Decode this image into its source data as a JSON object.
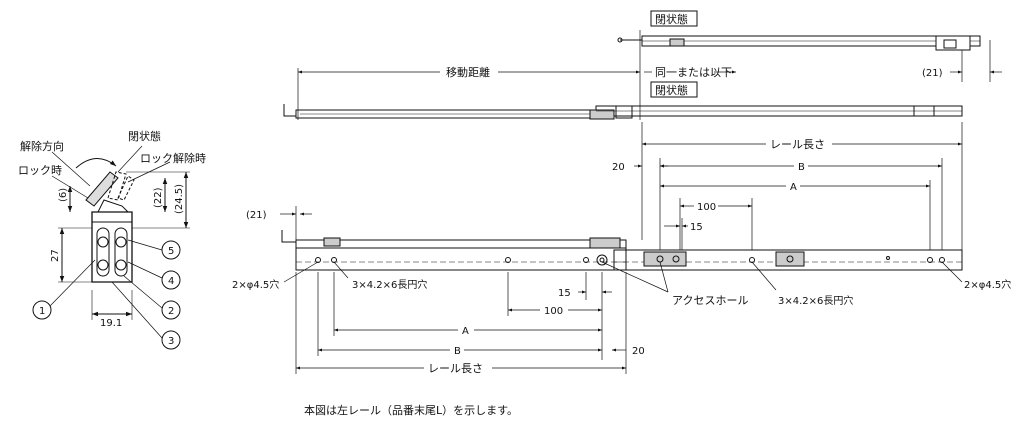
{
  "section_view": {
    "release_direction": "解除方向",
    "closed_state": "閉状態",
    "lock_release": "ロック解除時",
    "locked": "ロック時",
    "dim_6": "(6)",
    "dim_22": "(22)",
    "dim_24_5": "(24.5)",
    "dim_27": "27",
    "dim_19_1": "19.1",
    "callouts": [
      "1",
      "2",
      "3",
      "4",
      "5"
    ]
  },
  "top_view": {
    "closed_state_top": "閉状態",
    "closed_state_mid": "閉状態",
    "travel": "移動距離",
    "same_or_less": "同一または以下",
    "dim_21_right": "(21)",
    "dim_21_left": "(21)",
    "rail_length_top": "レール長さ",
    "dim_20_top": "20",
    "B_top": "B",
    "A_top": "A",
    "dim_100_top": "100",
    "dim_15_top": "15",
    "holes_left": "2×φ4.5穴",
    "slot_left": "3×4.2×6長円穴",
    "dim_15_bottom": "15",
    "dim_100_bottom": "100",
    "access_hole": "アクセスホール",
    "slot_right": "3×4.2×6長円穴",
    "holes_right": "2×φ4.5穴",
    "A_bottom": "A",
    "B_bottom": "B",
    "dim_20_bottom": "20",
    "rail_length_bottom": "レール長さ"
  },
  "note": "本図は左レール（品番末尾L）を示します。"
}
